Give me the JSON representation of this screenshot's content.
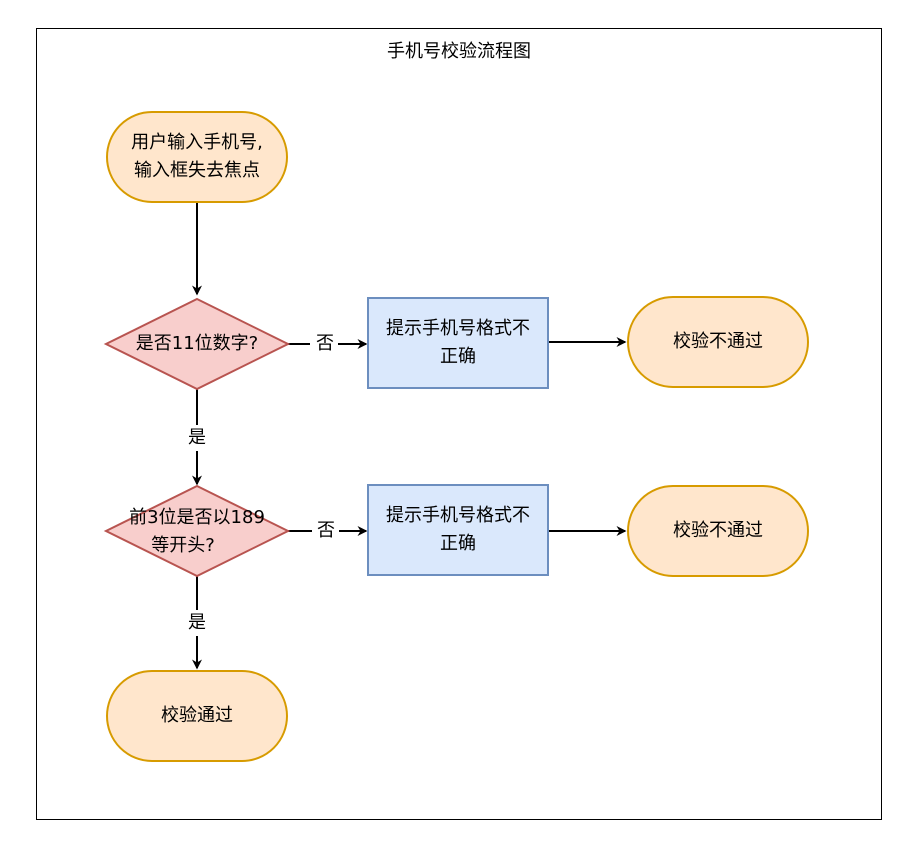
{
  "title": "手机号校验流程图",
  "colors": {
    "terminal_fill": "#ffe6cc",
    "terminal_stroke": "#d79b00",
    "decision_fill": "#f8cecc",
    "decision_stroke": "#b85450",
    "process_fill": "#dae8fc",
    "process_stroke": "#6c8ebf",
    "edge": "#000000"
  },
  "nodes": {
    "start": {
      "line1": "用户输入手机号,",
      "line2": "输入框失去焦点"
    },
    "decision1": {
      "label": "是否11位数字?"
    },
    "process1": {
      "line1": "提示手机号格式不",
      "line2": "正确"
    },
    "end1": {
      "label": "校验不通过"
    },
    "decision2": {
      "line1": "前3位是否以189",
      "line2": "等开头?"
    },
    "process2": {
      "line1": "提示手机号格式不",
      "line2": "正确"
    },
    "end2": {
      "label": "校验不通过"
    },
    "pass": {
      "label": "校验通过"
    }
  },
  "edges": {
    "d1_no": "否",
    "d1_yes": "是",
    "d2_no": "否",
    "d2_yes": "是"
  }
}
